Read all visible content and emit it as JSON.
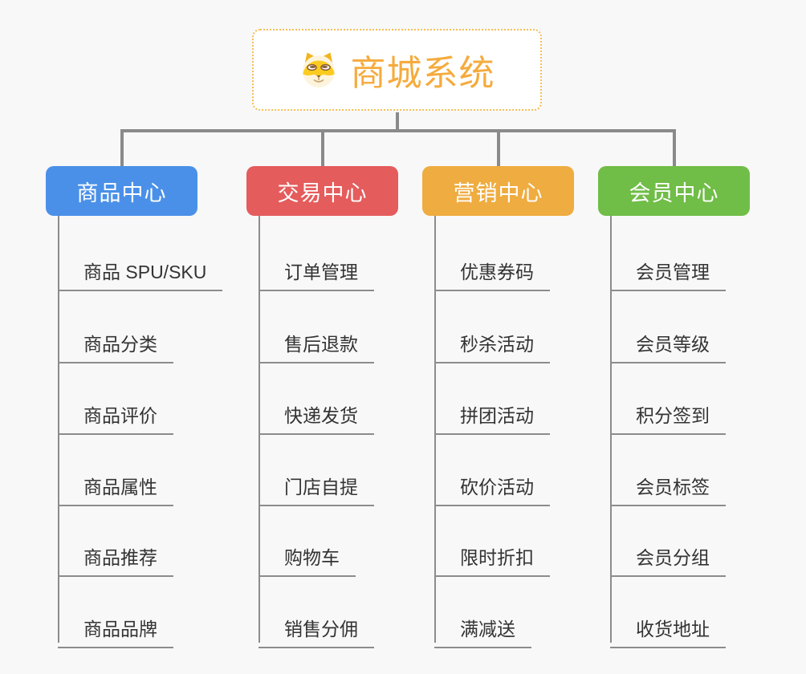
{
  "canvas": {
    "background": "#f8f8f8",
    "connector_color": "#8a8a8a"
  },
  "root": {
    "label": "商城系统",
    "text_color": "#f5ab3d",
    "border_color": "#f6bd55",
    "background": "#ffffff",
    "icon": "doge-face-icon"
  },
  "branches": [
    {
      "label": "商品中心",
      "color": "#4a90e8",
      "children": [
        "商品 SPU/SKU",
        "商品分类",
        "商品评价",
        "商品属性",
        "商品推荐",
        "商品品牌"
      ]
    },
    {
      "label": "交易中心",
      "color": "#e45c5c",
      "children": [
        "订单管理",
        "售后退款",
        "快递发货",
        "门店自提",
        "购物车",
        "销售分佣"
      ]
    },
    {
      "label": "营销中心",
      "color": "#efac40",
      "children": [
        "优惠券码",
        "秒杀活动",
        "拼团活动",
        "砍价活动",
        "限时折扣",
        "满减送"
      ]
    },
    {
      "label": "会员中心",
      "color": "#70bd47",
      "children": [
        "会员管理",
        "会员等级",
        "积分签到",
        "会员标签",
        "会员分组",
        "收货地址"
      ]
    }
  ]
}
